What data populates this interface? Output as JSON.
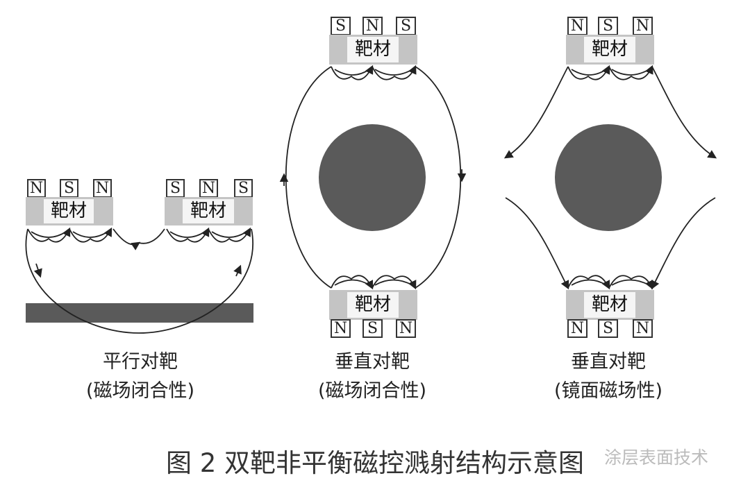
{
  "target_label": "靶材",
  "panels": [
    {
      "id": "parallel",
      "caption_line1": "平行对靶",
      "caption_line2": "(磁场闭合性)",
      "targets": [
        {
          "magnets": [
            "N",
            "S",
            "N"
          ]
        },
        {
          "magnets": [
            "S",
            "N",
            "S"
          ]
        }
      ]
    },
    {
      "id": "vertical-closed",
      "caption_line1": "垂直对靶",
      "caption_line2": "(磁场闭合性)",
      "targets": [
        {
          "magnets": [
            "S",
            "N",
            "S"
          ]
        },
        {
          "magnets": [
            "N",
            "S",
            "N"
          ]
        }
      ]
    },
    {
      "id": "vertical-mirror",
      "caption_line1": "垂直对靶",
      "caption_line2": "(镜面磁场性)",
      "targets": [
        {
          "magnets": [
            "N",
            "S",
            "N"
          ]
        },
        {
          "magnets": [
            "N",
            "S",
            "N"
          ]
        }
      ]
    }
  ],
  "figure_title": "图 2   双靶非平衡磁控溅射结构示意图",
  "watermark": "涂层表面技术",
  "colors": {
    "target": "#c4c4c4",
    "substrate": "#5a5a5a",
    "line": "#222222"
  }
}
